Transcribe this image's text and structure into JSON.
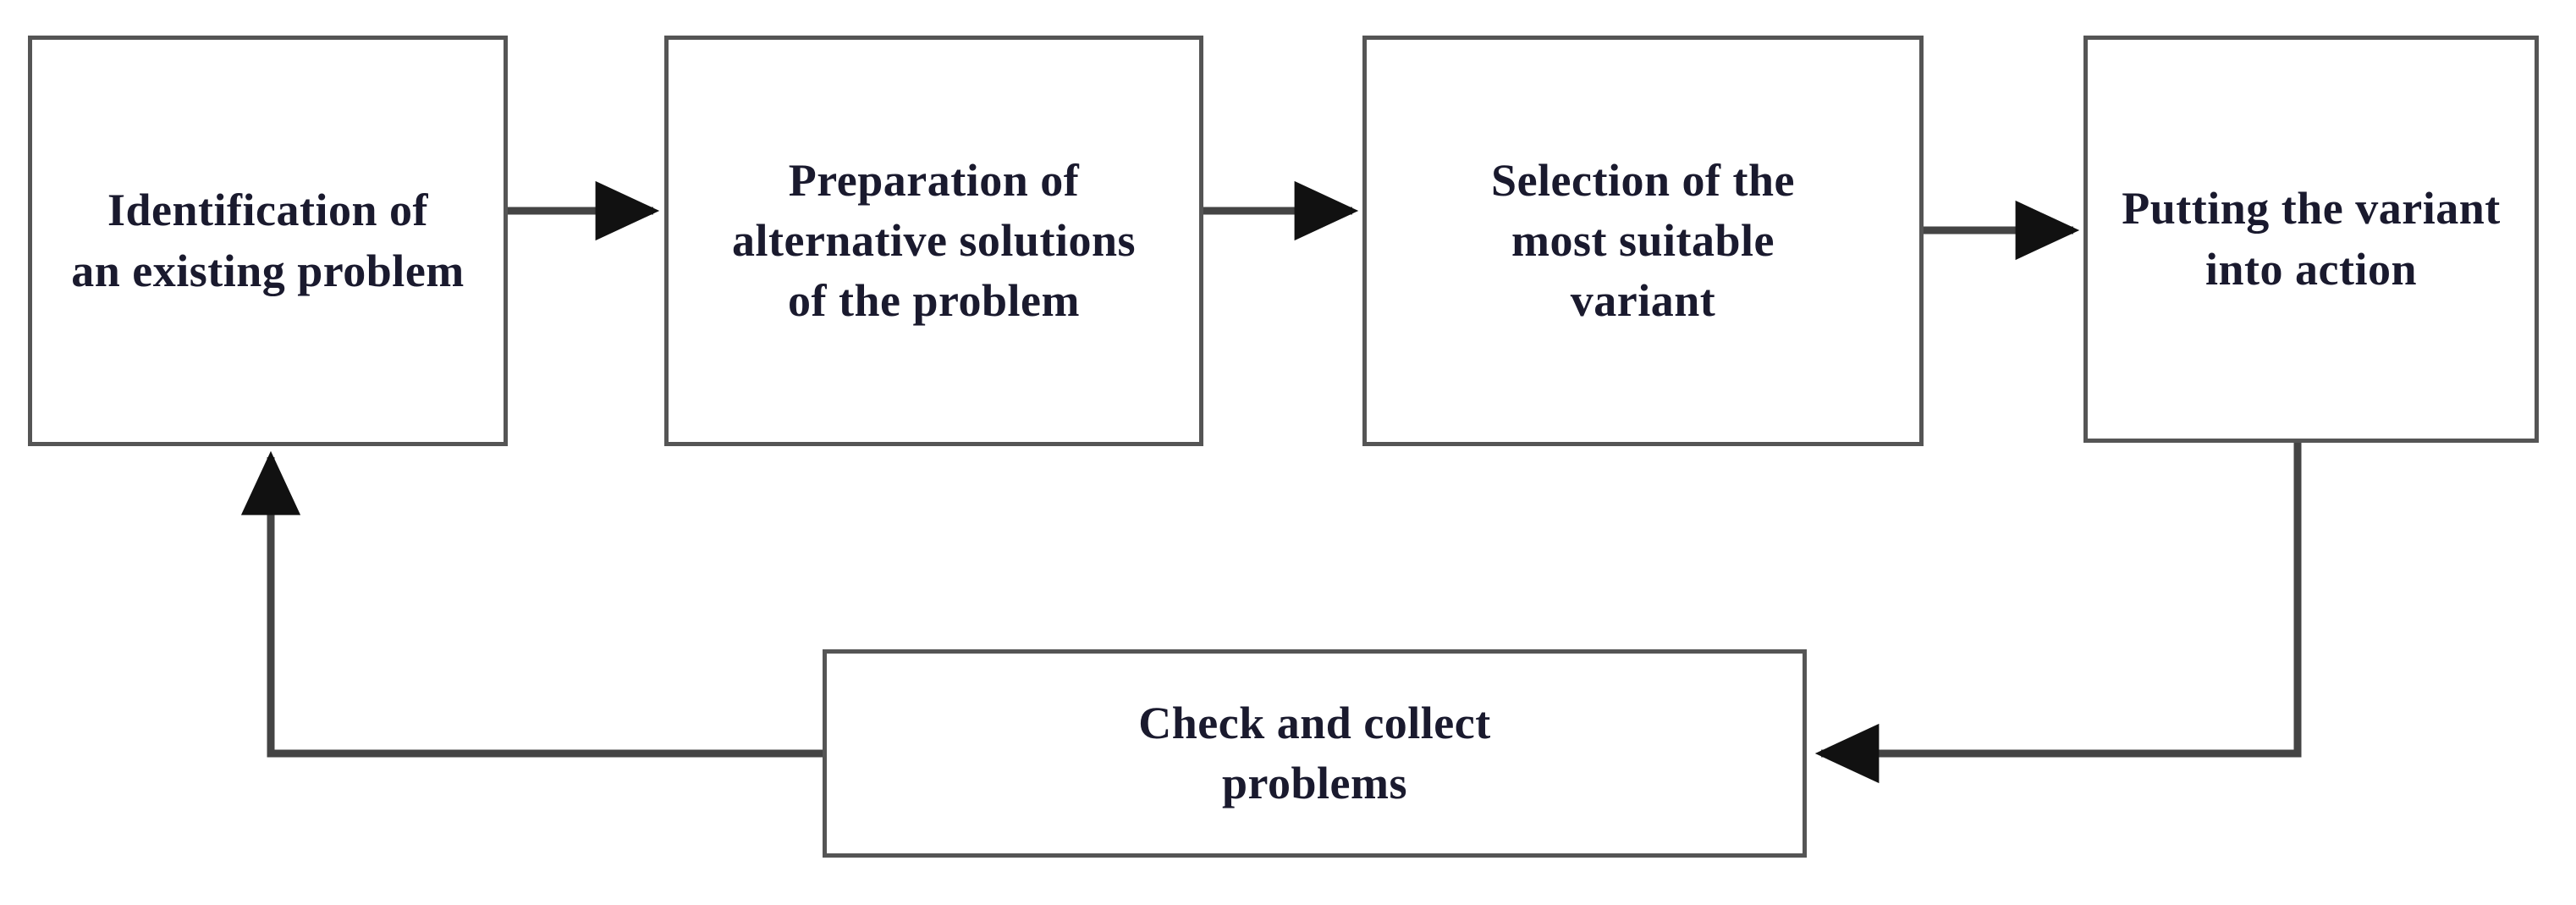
{
  "diagram": {
    "title": "Problem solving / decision making cycle flowchart",
    "background_color": "#ffffff",
    "box_border_color": "#555555",
    "text_color": "#1a1a2e",
    "arrow_color": "#444444",
    "nodes": [
      {
        "id": "identification",
        "label": "Identification of\nan existing problem",
        "order": 1
      },
      {
        "id": "preparation",
        "label": "Preparation of\nalternative solutions\nof the problem",
        "order": 2
      },
      {
        "id": "selection",
        "label": "Selection of the\nmost suitable\nvariant",
        "order": 3
      },
      {
        "id": "putting-into-action",
        "label": "Putting the variant\ninto action",
        "order": 4
      },
      {
        "id": "check-collect",
        "label": "Check and collect\nproblems",
        "order": 5
      }
    ],
    "edges": [
      {
        "from": "identification",
        "to": "preparation",
        "kind": "straight-right"
      },
      {
        "from": "preparation",
        "to": "selection",
        "kind": "straight-right"
      },
      {
        "from": "selection",
        "to": "putting-into-action",
        "kind": "straight-right"
      },
      {
        "from": "putting-into-action",
        "to": "check-collect",
        "kind": "elbow-down-left"
      },
      {
        "from": "check-collect",
        "to": "identification",
        "kind": "elbow-left-up"
      }
    ]
  }
}
